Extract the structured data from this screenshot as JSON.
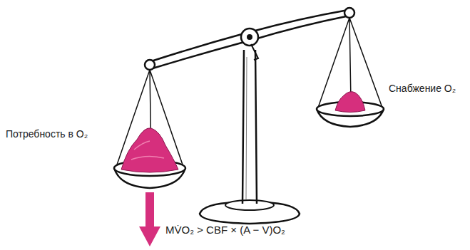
{
  "diagram": {
    "labels": [
      "Снабжение O₂",
      "Потребность в O₂",
      "MV̇O₂ > CBF × (A − V)O₂"
    ]
  }
}
